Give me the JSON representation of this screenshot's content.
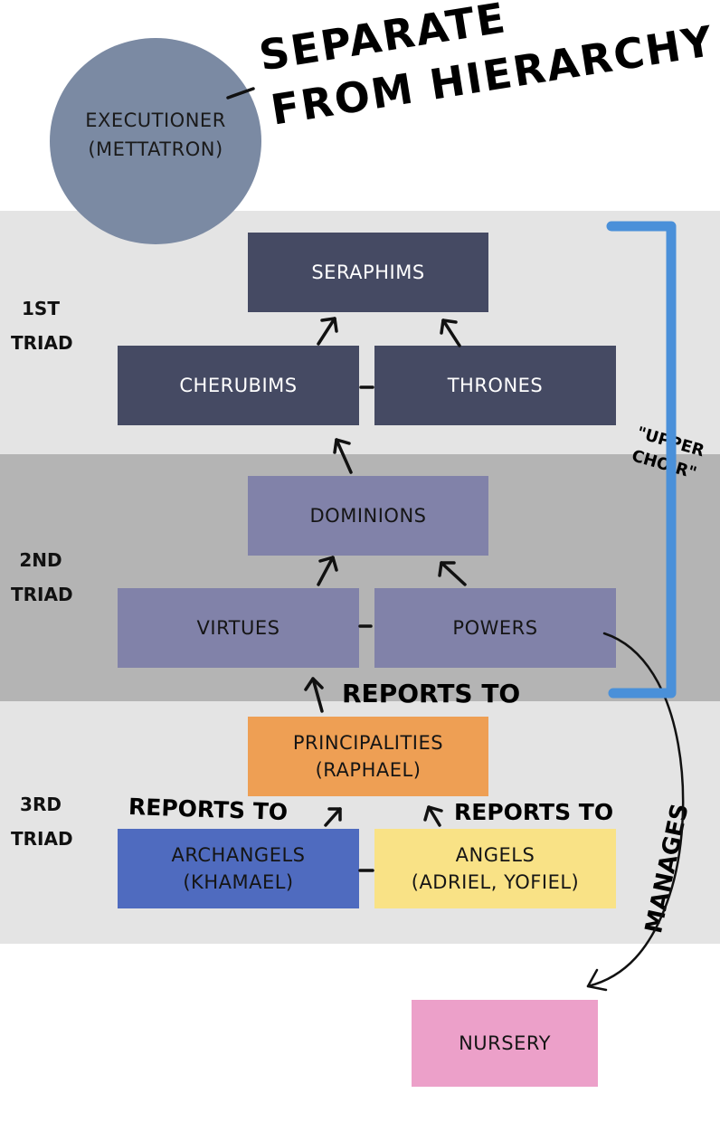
{
  "top": {
    "circle_line1": "EXECUTIONER",
    "circle_line2": "(METTATRON)",
    "note_line1": "SEPARATE",
    "note_line2": "FROM HIERARCHY"
  },
  "triads": {
    "first": {
      "line1": "1ST",
      "line2": "TRIAD"
    },
    "second": {
      "line1": "2ND",
      "line2": "TRIAD"
    },
    "third": {
      "line1": "3RD",
      "line2": "TRIAD"
    }
  },
  "nodes": {
    "seraphims": "SERAPHIMS",
    "cherubims": "CHERUBIMS",
    "thrones": "THRONES",
    "dominions": "DOMINIONS",
    "virtues": "VIRTUES",
    "powers": "POWERS",
    "principalities_line1": "PRINCIPALITIES",
    "principalities_line2": "(RAPHAEL)",
    "archangels_line1": "ARCHANGELS",
    "archangels_line2": "(KHAMAEL)",
    "angels_line1": "ANGELS",
    "angels_line2": "(ADRIEL, YOFIEL)",
    "nursery": "NURSERY"
  },
  "annotations": {
    "reports_to_main": "REPORTS TO",
    "reports_to_left": "REPORTS TO",
    "reports_to_right": "REPORTS TO",
    "upper_choir_line1": "\"UPPER",
    "upper_choir_line2": "CHOIR\"",
    "manages": "MANAGES"
  },
  "colors": {
    "first_triad": "#454a63",
    "second_triad": "#8182a9",
    "principalities": "#ee9f54",
    "archangels": "#4f6bbf",
    "angels": "#f9e286",
    "nursery": "#eca0c9",
    "bracket": "#4a90d9",
    "executioner": "#7b8aa3"
  }
}
